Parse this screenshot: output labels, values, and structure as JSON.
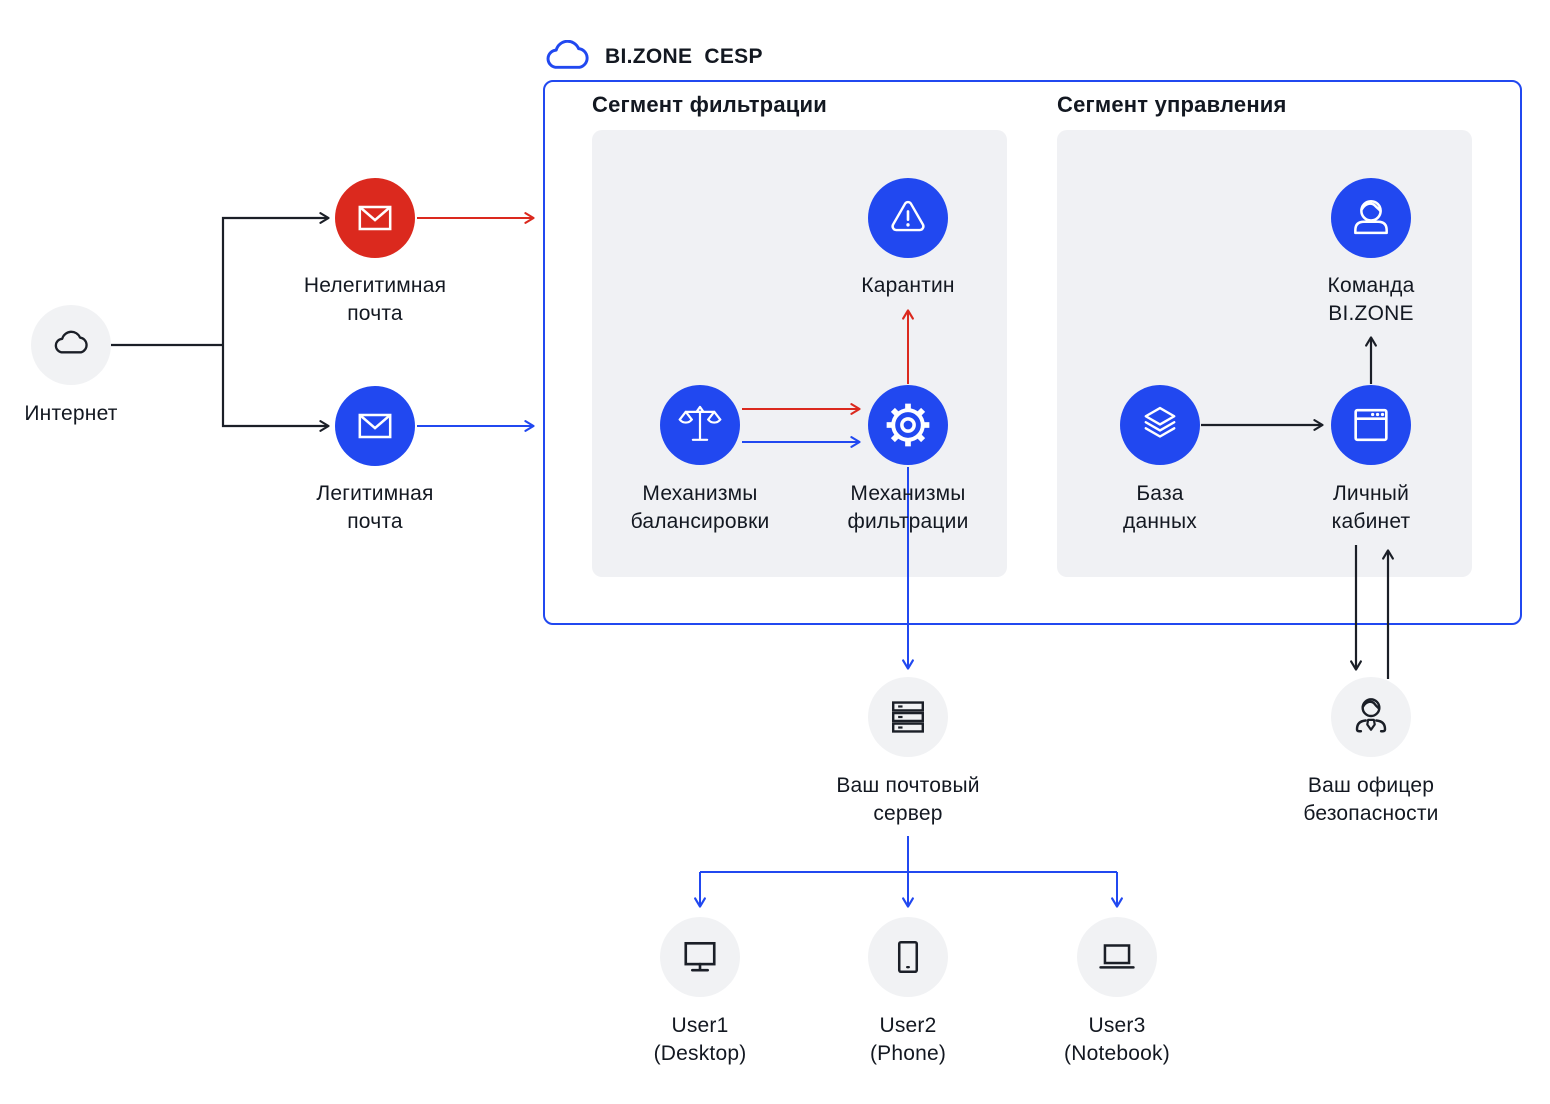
{
  "colors": {
    "accent_blue": "#2148F0",
    "alert_red": "#DB291E",
    "panel_gray": "#F0F1F4",
    "circle_gray": "#F1F2F4",
    "line_black": "#1B1F27",
    "text": "#131821"
  },
  "header": {
    "title": "BI.ZONE CESP",
    "logo_icon": "cloud-icon"
  },
  "segments": {
    "filtering": {
      "title": "Сегмент фильтрации"
    },
    "management": {
      "title": "Сегмент управления"
    }
  },
  "nodes": {
    "internet": {
      "label": "Интернет",
      "icon": "cloud-icon"
    },
    "illegitimate_mail": {
      "label": "Нелегитимная\nпочта",
      "icon": "envelope-icon"
    },
    "legitimate_mail": {
      "label": "Легитимная\nпочта",
      "icon": "envelope-icon"
    },
    "quarantine": {
      "label": "Карантин",
      "icon": "warning-triangle-icon"
    },
    "balancing": {
      "label": "Механизмы\nбалансировки",
      "icon": "scales-icon"
    },
    "filtering": {
      "label": "Механизмы\nфильтрации",
      "icon": "gear-icon"
    },
    "database": {
      "label": "База\nданных",
      "icon": "layers-icon"
    },
    "cabinet": {
      "label": "Личный\nкабинет",
      "icon": "browser-window-icon"
    },
    "team": {
      "label": "Команда\nBI.ZONE",
      "icon": "person-icon"
    },
    "mail_server": {
      "label": "Ваш почтовый\nсервер",
      "icon": "server-icon"
    },
    "security_officer": {
      "label": "Ваш офицер\nбезопасности",
      "icon": "officer-icon"
    },
    "user1": {
      "label": "User1\n(Desktop)",
      "icon": "desktop-icon"
    },
    "user2": {
      "label": "User2\n(Phone)",
      "icon": "phone-icon"
    },
    "user3": {
      "label": "User3\n(Notebook)",
      "icon": "laptop-icon"
    }
  }
}
